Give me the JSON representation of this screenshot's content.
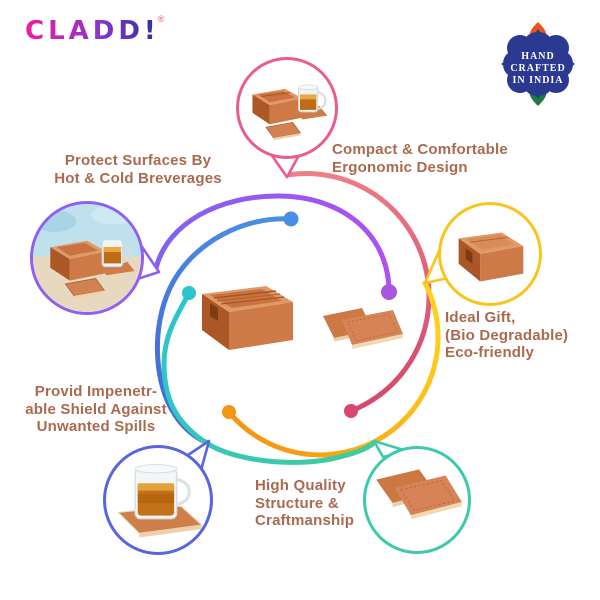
{
  "brand": {
    "logo_text": "CLADD!",
    "trademark": "®",
    "logo_gradient": [
      "#ec1e9b",
      "#8a35cc",
      "#2d2f9e"
    ]
  },
  "badge": {
    "lines": [
      "HAND",
      "CRAFTED",
      "IN INDIA"
    ],
    "bg_color": "#2b3990",
    "top_leaf_color": "#e8551e",
    "bottom_leaf_color": "#1e7a41",
    "text_color": "#ffffff"
  },
  "label_color": "#ab6a4f",
  "features": [
    {
      "key": "ergonomic",
      "label_lines": [
        "Compact & Comfortable",
        "Ergonomic Design"
      ],
      "accent": "#ea5c8f",
      "arc_start": "#ef8087",
      "arc_end": "#d6486e",
      "dot_color": "#d6486e"
    },
    {
      "key": "protect",
      "label_lines": [
        "Protect Surfaces By",
        "Hot & Cold Breverages"
      ],
      "accent": "#8f5ff2",
      "arc_start": "#7f63f0",
      "arc_end": "#b14ff0",
      "dot_color": "#a855e0"
    },
    {
      "key": "gift",
      "label_lines": [
        "Ideal Gift,",
        "(Bio Degradable)",
        "Eco-friendly"
      ],
      "accent": "#f7c51e",
      "arc_start": "#ffd21c",
      "arc_end": "#f59514",
      "dot_color": "#f59514"
    },
    {
      "key": "shield",
      "label_lines": [
        "Provid Impenetr-",
        "able Shield Against",
        "Unwanted Spills"
      ],
      "accent": "#5766da",
      "arc_start": "#4a90e2",
      "arc_end": "#4565d8",
      "dot_color": "#4a90e2"
    },
    {
      "key": "quality",
      "label_lines": [
        "High Quality",
        "Structure &",
        "Craftmanship"
      ],
      "accent": "#3ec9ae",
      "arc_start": "#2cc5cd",
      "arc_end": "#41cb9c",
      "dot_color": "#2cc5cd"
    }
  ],
  "product_palette": {
    "leather": "#cd7a46",
    "leather_light": "#e09a68",
    "leather_dark": "#ab5726",
    "stitch_edge": "#ecd0a8"
  }
}
